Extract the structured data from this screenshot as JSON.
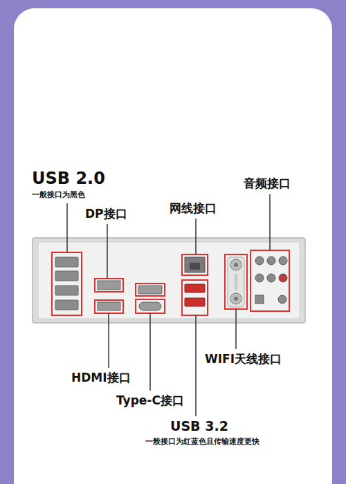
{
  "diagram": {
    "labels": [
      "USB 2.0",
      "一般接口为黑色",
      "DP接口",
      "网线接口",
      "音频接口",
      "HDMI接口",
      "Type-C接口",
      "WIFI天线接口",
      "USB 3.2",
      "一般接口为红蓝色且传输速度更快"
    ]
  }
}
